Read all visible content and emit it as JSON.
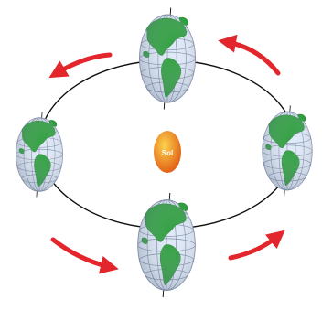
{
  "diagram": {
    "sun": {
      "label": "Sol",
      "color_light": "#fcd34d",
      "color_dark": "#e05a12"
    },
    "colors": {
      "orbit": "#111111",
      "arrow": "#e3262b",
      "ocean": "#dfe9f7",
      "land": "#2e9e3e",
      "grid": "#7c8ba3",
      "axis": "#111111"
    },
    "globes": [
      {
        "name": "globe-top"
      },
      {
        "name": "globe-right"
      },
      {
        "name": "globe-bottom"
      },
      {
        "name": "globe-left"
      }
    ],
    "arrows": [
      {
        "name": "arrow-top-left"
      },
      {
        "name": "arrow-top-right"
      },
      {
        "name": "arrow-bottom-left"
      },
      {
        "name": "arrow-bottom-right"
      }
    ]
  }
}
